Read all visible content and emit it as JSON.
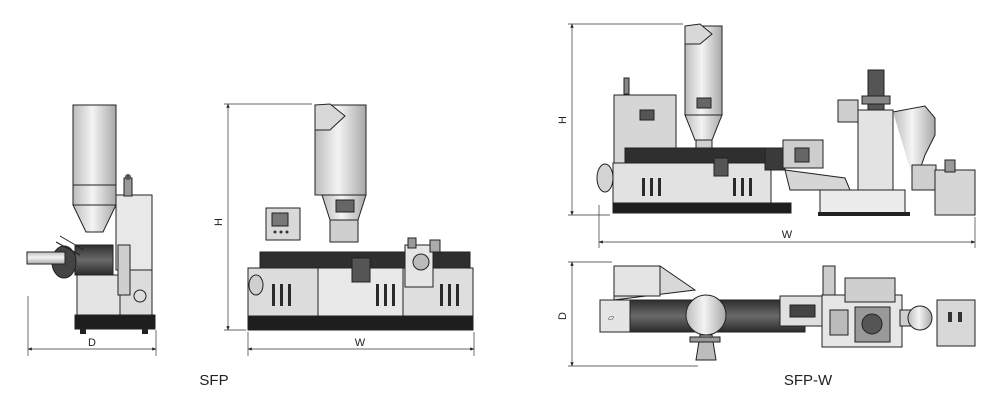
{
  "captions": {
    "sfp": "SFP",
    "sfp_w": "SFP-W"
  },
  "dimensions": {
    "sfp_side_depth": "D",
    "sfp_front_height": "H",
    "sfp_front_width": "W",
    "sfpw_front_height": "H",
    "sfpw_front_width": "W",
    "sfpw_top_depth": "D"
  },
  "colors": {
    "line": "#222222",
    "grey_light": "#e6e6e6",
    "grey_mid": "#bdbdbd",
    "dark_body": "#3c3c3c",
    "black_base": "#1e1e1e"
  }
}
